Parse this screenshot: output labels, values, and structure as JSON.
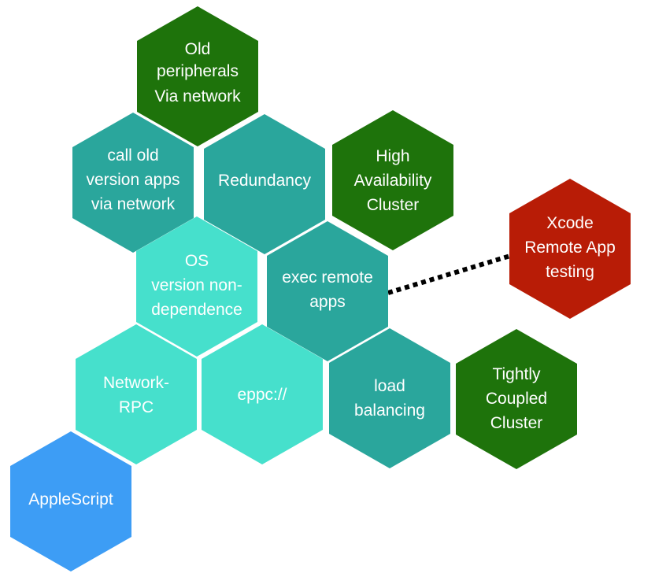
{
  "colors": {
    "dark_green": "#1e730b",
    "teal": "#2aa69c",
    "aqua": "#46e0cc",
    "blue": "#3d9df5",
    "red": "#b81c06",
    "connector": "#000000",
    "text": "#ffffff",
    "background": "#ffffff"
  },
  "nodes": {
    "old_peripherals": {
      "lines": [
        "Old",
        "peripherals",
        "Via network"
      ],
      "color": "dark_green"
    },
    "call_old_apps": {
      "lines": [
        "call old",
        "version apps",
        "via network"
      ],
      "color": "teal"
    },
    "redundancy": {
      "lines": [
        "Redundancy"
      ],
      "color": "teal"
    },
    "high_availability": {
      "lines": [
        "High",
        "Availability",
        "Cluster"
      ],
      "color": "dark_green"
    },
    "xcode_remote": {
      "lines": [
        "Xcode",
        "Remote App",
        "testing"
      ],
      "color": "red"
    },
    "os_version": {
      "lines": [
        "OS",
        "version non-",
        "dependence"
      ],
      "color": "aqua"
    },
    "exec_remote": {
      "lines": [
        "exec remote",
        "apps"
      ],
      "color": "teal"
    },
    "network_rpc": {
      "lines": [
        "Network-",
        "RPC"
      ],
      "color": "aqua"
    },
    "eppc": {
      "lines": [
        "eppc://"
      ],
      "color": "aqua"
    },
    "load_balancing": {
      "lines": [
        "load",
        "balancing"
      ],
      "color": "teal"
    },
    "tightly_coupled": {
      "lines": [
        "Tightly",
        "Coupled",
        "Cluster"
      ],
      "color": "dark_green"
    },
    "applescript": {
      "lines": [
        "AppleScript"
      ],
      "color": "blue"
    }
  },
  "connectors": [
    {
      "from": "exec_remote",
      "to": "xcode_remote",
      "style": "dotted"
    }
  ]
}
